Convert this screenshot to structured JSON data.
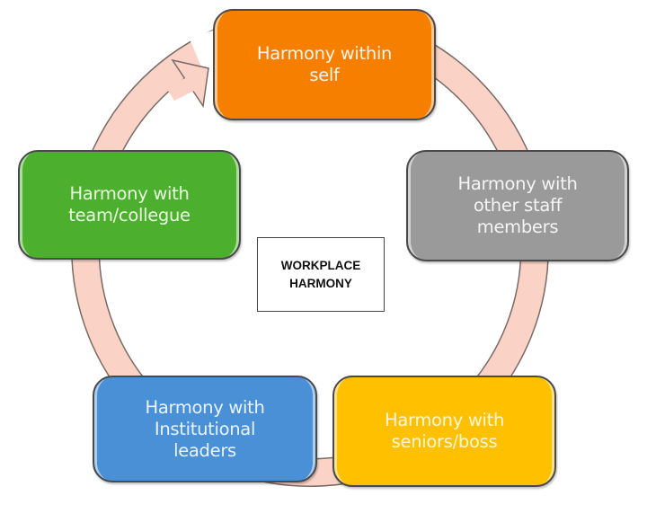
{
  "diagram": {
    "center_label": "WORKPLACE\nHARMONY",
    "cycle_direction": "clockwise",
    "nodes": [
      {
        "id": "self",
        "label": "Harmony within\nself",
        "color": "#f77f00"
      },
      {
        "id": "staff",
        "label": "Harmony with\nother staff\nmembers",
        "color": "#9a9a9a"
      },
      {
        "id": "boss",
        "label": "Harmony with\nseniors/boss",
        "color": "#ffc000"
      },
      {
        "id": "leaders",
        "label": "Harmony with\nInstitutional\nleaders",
        "color": "#4a90d6"
      },
      {
        "id": "team",
        "label": "Harmony with\nteam/collegue",
        "color": "#4caf2e"
      }
    ],
    "ring_color": "#fad3c6",
    "ring_outline": "#7a6a66",
    "arrow_icon": "curved-arrow-icon"
  }
}
